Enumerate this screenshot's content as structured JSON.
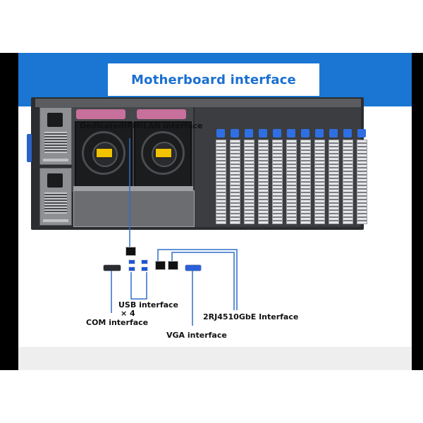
{
  "title": "Motherboard interface",
  "labels": {
    "ipmi": "DedicatedIPMILAN interface",
    "usb_line1": "USB interface",
    "usb_line2": "× 4",
    "com": "COM interface",
    "vga": "VGA interface",
    "gbe": "2RJ4510GbE Interface"
  },
  "colors": {
    "header_blue": "#1a76d2",
    "title_blue": "#1a6fd1",
    "leader_blue": "#2f6fc9",
    "slot_clip_blue": "#2e6fe3",
    "fan_tab_pink": "#c7709b"
  }
}
